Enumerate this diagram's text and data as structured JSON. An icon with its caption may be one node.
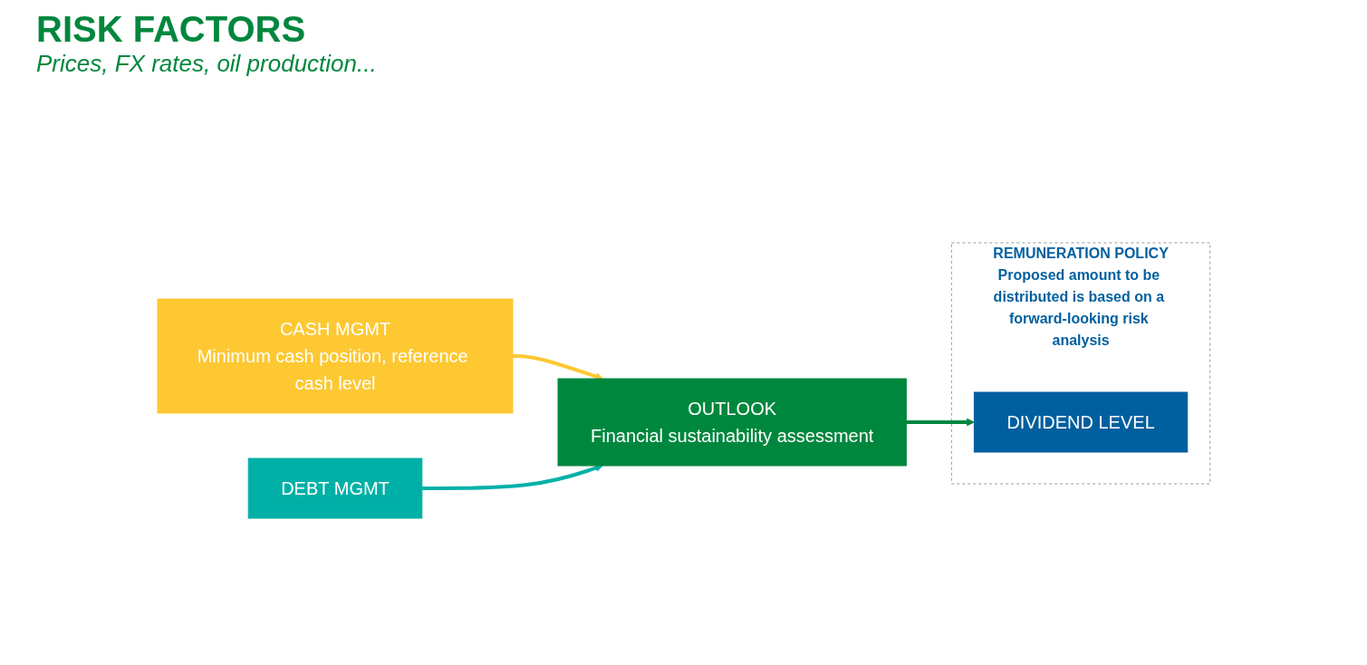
{
  "diagram": {
    "nodes": [
      {
        "text": [
          "OUTLOOK",
          "Financial sustainability assessment"
        ]
      },
      {
        "text": [
          "CASH MGMT",
          "Minimum cash position, reference cash level"
        ]
      },
      {
        "text": [
          "DEBT MGMT"
        ]
      },
      {
        "text": [
          "REMUNERATION POLICY",
          "Proposed amount to be distributed is based on a forward-looking risk analysis"
        ]
      },
      {
        "text": [
          "DIVIDEND LEVEL"
        ],
        "in": 3
      }
    ],
    "edges": [
      {
        "from": 0,
        "to": 4,
        "arrow": "to",
        "color": "#00873e"
      },
      {
        "from": 1,
        "to": 0,
        "arrow": "to",
        "color": "#fdc832"
      },
      {
        "from": 2,
        "to": 0,
        "arrow": "to",
        "color": "#00b0a7"
      }
    ],
    "labels": [
      "RISK FACTORS",
      "Prices, FX rates, oil production..."
    ]
  }
}
